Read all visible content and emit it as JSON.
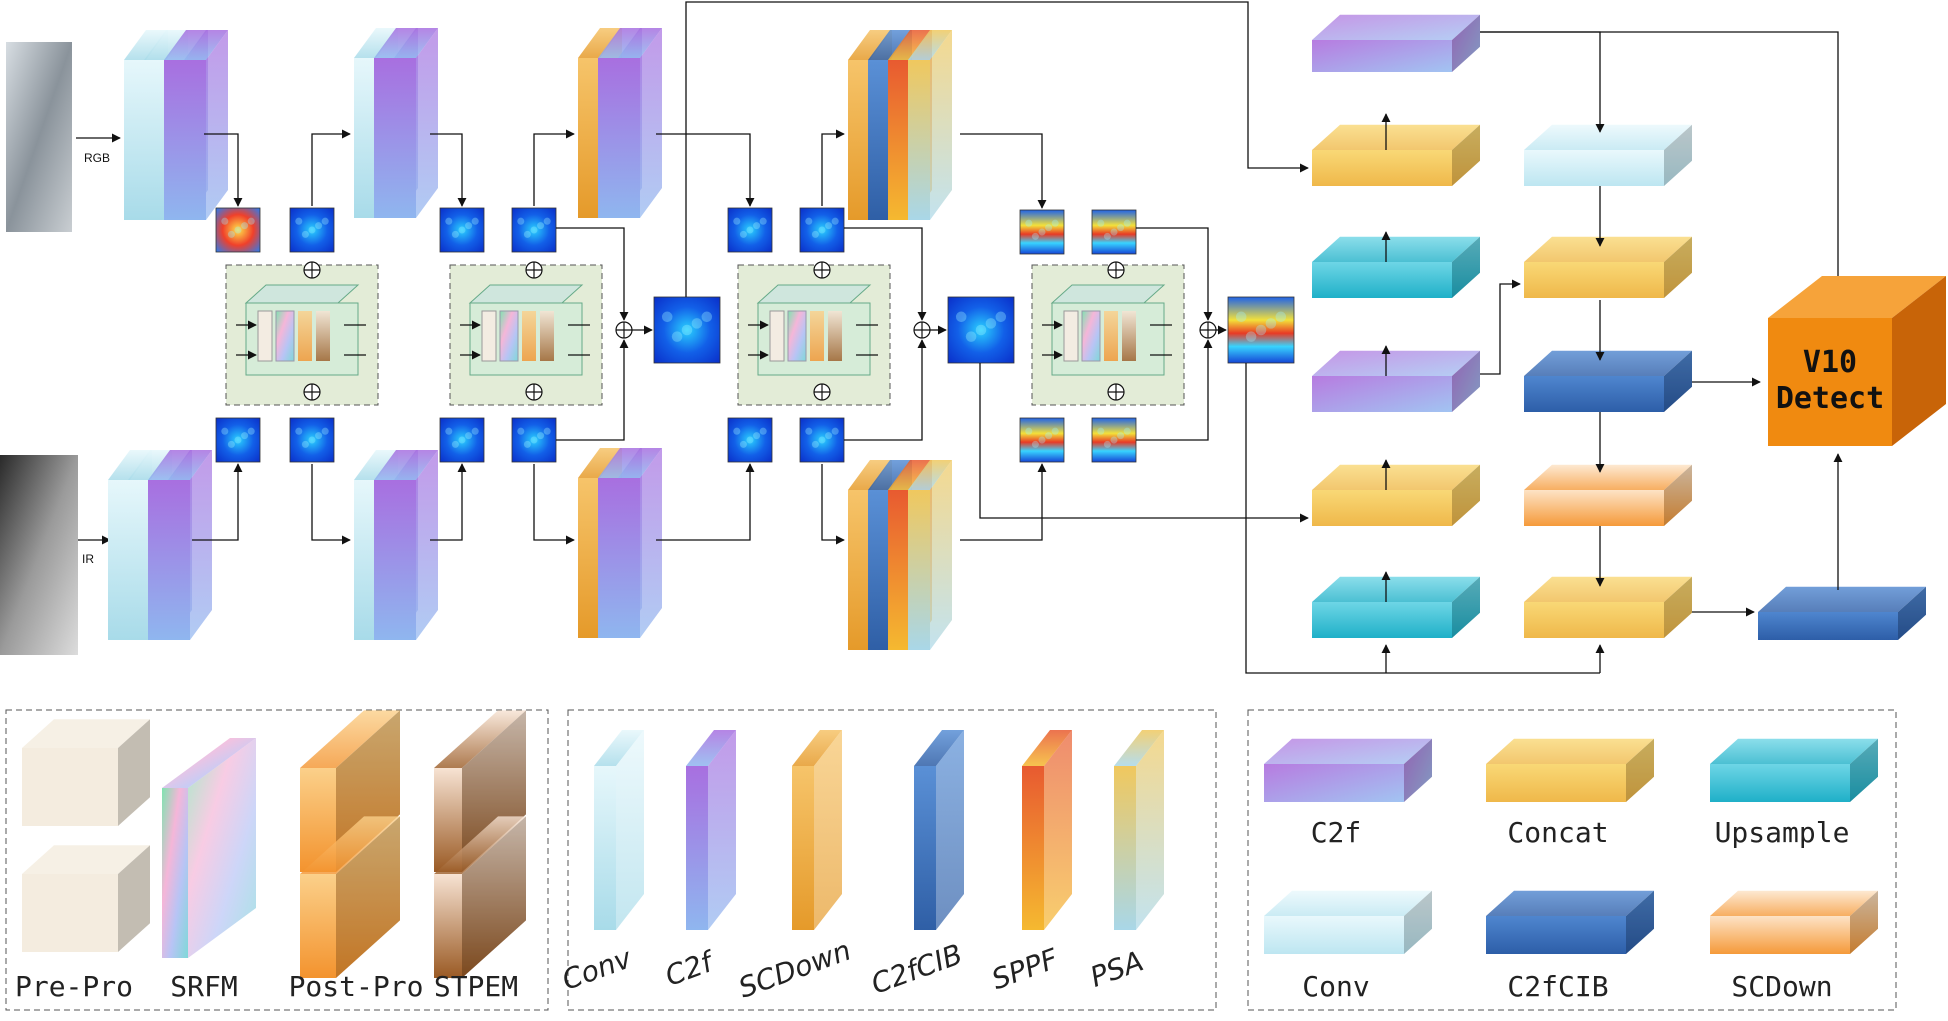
{
  "inputs": {
    "rgb_label": "RGB",
    "ir_label": "IR"
  },
  "detect": {
    "line1": "V10",
    "line2": "Detect"
  },
  "legend_modules": {
    "items": [
      {
        "label": "Pre-Pro"
      },
      {
        "label": "SRFM"
      },
      {
        "label": "Post-Pro"
      },
      {
        "label": "STPEM"
      }
    ]
  },
  "legend_layers": {
    "items": [
      {
        "label": "Conv"
      },
      {
        "label": "C2f"
      },
      {
        "label": "SCDown"
      },
      {
        "label": "C2fCIB"
      },
      {
        "label": "SPPF"
      },
      {
        "label": "PSA"
      }
    ]
  },
  "legend_blocks": {
    "items": [
      {
        "label": "C2f"
      },
      {
        "label": "Concat"
      },
      {
        "label": "Upsample"
      },
      {
        "label": "Conv"
      },
      {
        "label": "C2fCIB"
      },
      {
        "label": "SCDown"
      }
    ]
  },
  "colors": {
    "conv": "#bfe8f2",
    "c2f": "#b678e0",
    "scdown": "#f4a93a",
    "c2fcib": "#3e78c4",
    "sppf": "#e8502c",
    "psa": "#eecb6a",
    "concat": "#f6cf63",
    "upsample": "#38c2d8",
    "detect": "#f08a10"
  }
}
